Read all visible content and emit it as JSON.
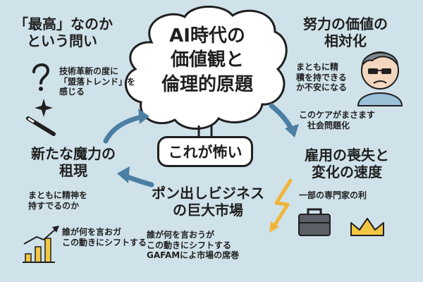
{
  "center": {
    "title_lines": [
      "AI時代の",
      "価値観と",
      "倫理的原題"
    ],
    "badge": "これが怖い"
  },
  "top_left": {
    "heading_lines": [
      "「最高」なのか",
      "という問い"
    ],
    "note_lines": [
      "技術革新の度に",
      "「盟落トレンド」を",
      "感じる"
    ],
    "icons": [
      "question-mark-icon",
      "magic-wand-icon"
    ]
  },
  "top_right": {
    "heading_lines": [
      "努力の価値の",
      "相対化"
    ],
    "note_lines": [
      "まともに精",
      "積を持できる",
      "か不安になる"
    ],
    "sub_lines": [
      "このケアがまさます",
      "社会問題化"
    ],
    "icons": [
      "worried-person-icon"
    ]
  },
  "middle_left": {
    "heading_lines": [
      "新たな魔力の",
      "租現"
    ],
    "note_lines": [
      "まともに精神を",
      "持すでるのか"
    ]
  },
  "middle_right": {
    "heading_lines": [
      "雇用の喪失と",
      "変化の速度"
    ],
    "note_lines": [
      "一部の専門家の利"
    ],
    "icons": [
      "briefcase-icon",
      "crown-icon"
    ]
  },
  "bottom_center": {
    "heading_lines": [
      "ポン出しビジネス",
      "の巨大市場"
    ],
    "note_lines": [
      "誰が何を言おうが",
      "この動きにシフトする",
      "GAFAMによ市場の席巻"
    ]
  },
  "bottom_left": {
    "note_lines": [
      "誰が何を言おガ",
      "この動きにシフトする"
    ],
    "icons": [
      "bar-chart-growth-icon"
    ]
  },
  "colors": {
    "background": "#cfe2ea",
    "arrow_blue": "#4b7fa3",
    "lightning_yellow": "#f0b53a",
    "ink": "#1f1f1f",
    "crown_yellow": "#f2c744",
    "briefcase_gray": "#5b5f66"
  }
}
